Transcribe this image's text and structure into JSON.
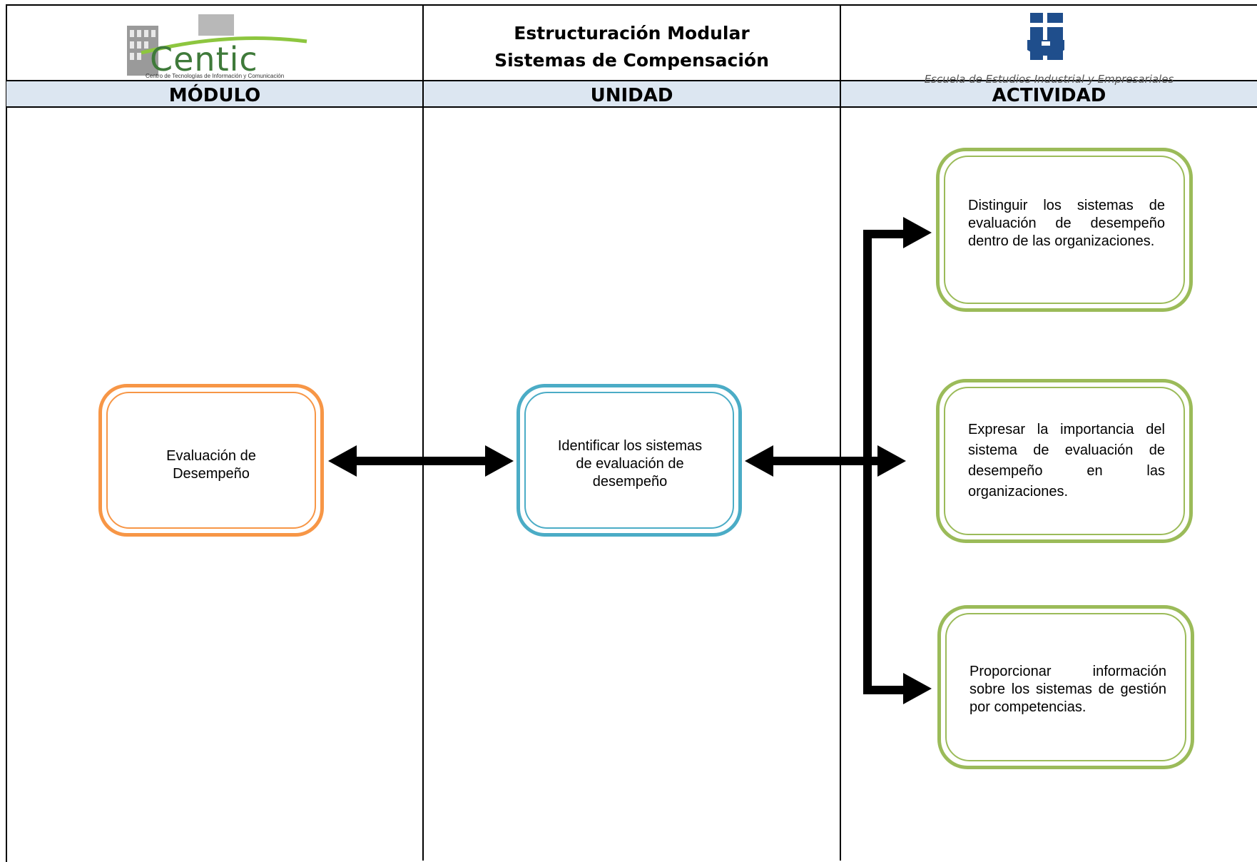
{
  "header": {
    "title_line1": "Estructuración Modular",
    "title_line2": "Sistemas de Compensación",
    "left_logo": {
      "name": "Centic",
      "subtitle": "Centro de Tecnologías de Información y Comunicación",
      "color": "#3f7a3a",
      "accent": "#8dc63f"
    },
    "right_logo": {
      "caption": "Escuela de Estudios Industrial y Empresariales",
      "color": "#1f4e8c"
    }
  },
  "columns": {
    "modulo": "MÓDULO",
    "unidad": "UNIDAD",
    "actividad": "ACTIVIDAD"
  },
  "nodes": {
    "modulo": "Evaluación de Desempeño",
    "unidad": "Identificar los sistemas de evaluación de desempeño",
    "activities": [
      "Distinguir los sistemas de evaluación de desempeño dentro de las organizaciones.",
      "Expresar la importancia del sistema de evaluación de desempeño en las organizaciones.",
      "Proporcionar información sobre los sistemas de gestión por competencias."
    ]
  },
  "colors": {
    "modulo_border": "#f79646",
    "unidad_border": "#4bacc6",
    "actividad_border": "#9bbb59",
    "header_band": "#dce6f1"
  }
}
